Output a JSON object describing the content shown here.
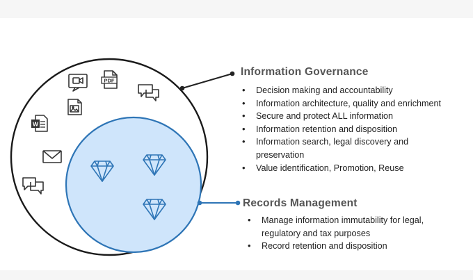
{
  "colors": {
    "outer_circle_stroke": "#1a1a1a",
    "inner_circle_fill": "#cfe5fb",
    "inner_circle_stroke": "#2e75b6",
    "diamond_stroke": "#2e75b6",
    "icon_stroke": "#333333",
    "title_text": "#555555",
    "body_text": "#222222"
  },
  "icons": [
    "video-icon",
    "pdf-file-icon",
    "chat-icon",
    "word-doc-icon",
    "image-file-icon",
    "mail-icon",
    "chat-icon",
    "diamond-icon"
  ],
  "governance": {
    "title": "Information Governance",
    "bullets": [
      "Decision making and accountability",
      "Information architecture, quality and enrichment",
      "Secure and protect ALL information",
      "Information retention and disposition",
      "Information search, legal discovery and preservation",
      "Value identification, Promotion, Reuse"
    ]
  },
  "records": {
    "title": "Records Management",
    "bullets": [
      "Manage information immutability for legal, regulatory and tax purposes",
      "Record retention and disposition"
    ]
  },
  "labels": {
    "pdf": "PDF",
    "word": "W"
  }
}
